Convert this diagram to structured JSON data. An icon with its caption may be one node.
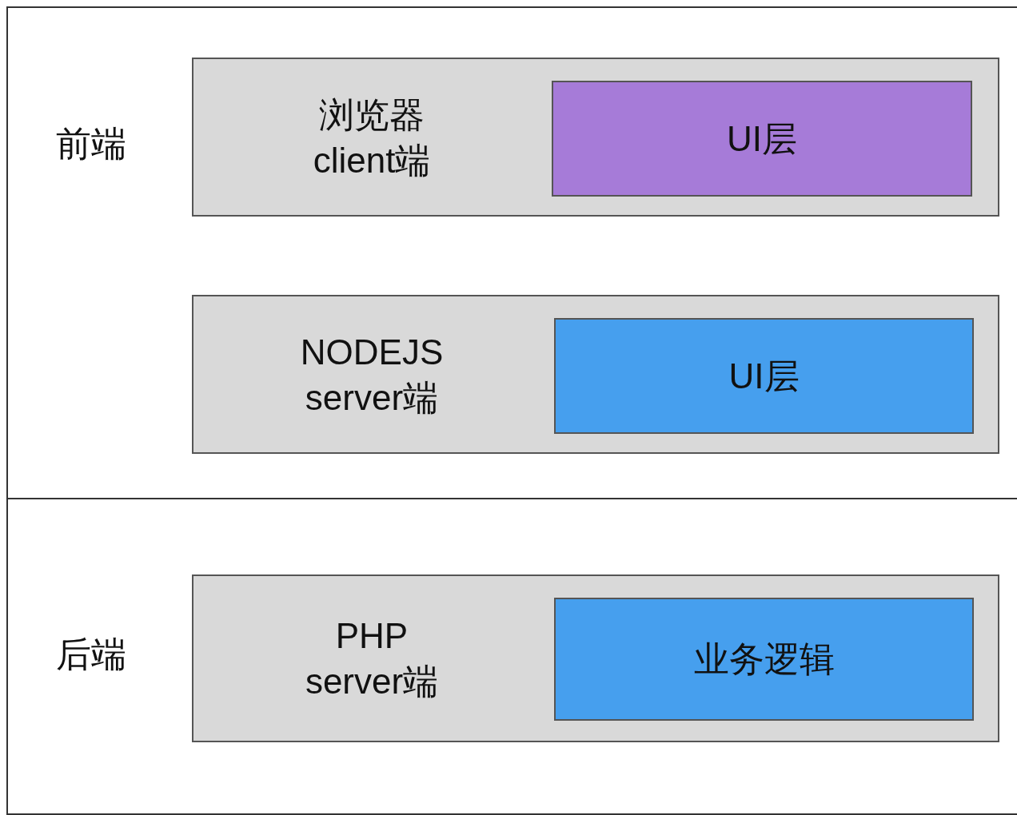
{
  "diagram": {
    "nodes": [
      {
        "text": [
          "前端"
        ]
      },
      {
        "text": [
          "浏览器 client端"
        ],
        "in": 0
      },
      {
        "text": [
          "UI层"
        ],
        "in": 1
      },
      {
        "text": [
          "NODEJS server端"
        ],
        "in": 0
      },
      {
        "text": [
          "UI层"
        ],
        "in": 3
      },
      {
        "text": [
          "后端"
        ]
      },
      {
        "text": [
          "PHP server端"
        ],
        "in": 5
      },
      {
        "text": [
          "业务逻辑"
        ],
        "in": 6
      }
    ]
  }
}
